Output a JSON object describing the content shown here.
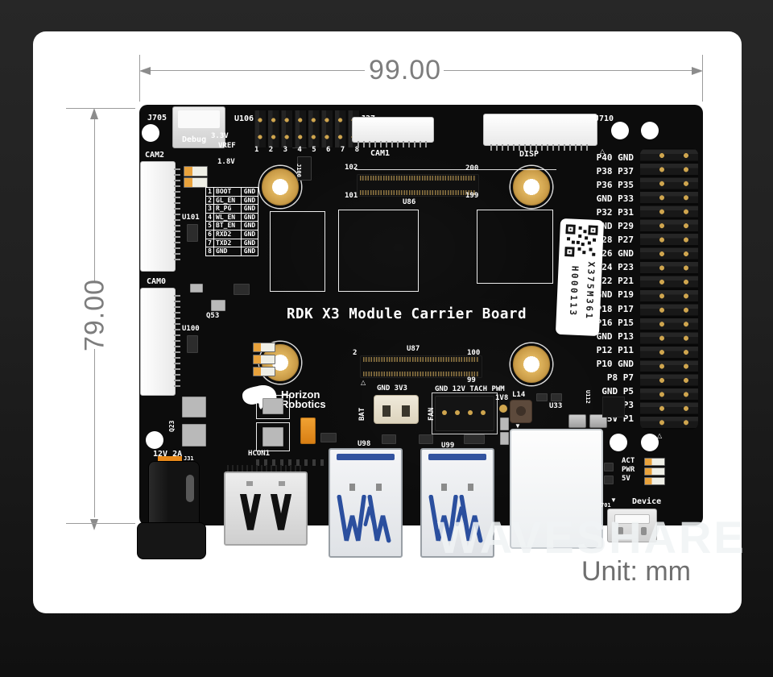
{
  "dimensions": {
    "width_label": "99.00",
    "height_label": "79.00",
    "unit_label": "Unit: mm"
  },
  "watermark": "WAVESHARE",
  "colors": {
    "standoff_gold": "#c89a46",
    "usb_blue": "#2b4f9e",
    "orange_cap": "#e8891a",
    "led_yellow": "#e3c25a"
  },
  "board": {
    "title": "RDK X3 Module Carrier Board",
    "silk": {
      "j705": "J705",
      "debug": "Debug",
      "v33": "3.3V",
      "u106": "U106",
      "vref": "VREF",
      "v18": "1.8V",
      "j100": "J100",
      "j27": "J27",
      "cam1": "CAM1",
      "disp": "DISP",
      "j710": "J710",
      "cam2": "CAM2",
      "u101": "U101",
      "cam0": "CAM0",
      "u100": "U100",
      "q53": "Q53",
      "q23": "Q23",
      "j31": "J31",
      "u86": "U86",
      "u86_tl": "102",
      "u86_tr": "200",
      "u86_bl": "101",
      "u86_br": "199",
      "u87": "U87",
      "u87_tl": "2",
      "u87_tr": "100",
      "u87_br": "99",
      "bat": "BAT",
      "gnd3v3": "GND 3V3",
      "fan": "FAN",
      "fan_pins": "GND 12V TACH PWM",
      "v1v8": "1V8",
      "l14": "L14",
      "u33": "U33",
      "u112": "U112",
      "u98": "U98",
      "u99": "U99",
      "hcon1": "HCON1",
      "power": "12V 2A",
      "act": "ACT",
      "pwr": "PWR",
      "v5": "5V",
      "device": "Device",
      "j701": "701",
      "tri_up": "▲",
      "tri_up_open": "△",
      "tri_dn": "▼"
    },
    "header_numbers": [
      "1",
      "2",
      "3",
      "4",
      "5",
      "6",
      "7",
      "8"
    ],
    "pin_table": [
      {
        "n": "1",
        "name": "BOOT",
        "r": "GND"
      },
      {
        "n": "2",
        "name": "GL_EN",
        "r": "GND"
      },
      {
        "n": "3",
        "name": "R_PG",
        "r": "GND"
      },
      {
        "n": "4",
        "name": "WL_EN",
        "r": "GND"
      },
      {
        "n": "5",
        "name": "BT_EN",
        "r": "GND"
      },
      {
        "n": "6",
        "name": "RXD2",
        "r": "GND"
      },
      {
        "n": "7",
        "name": "TXD2",
        "r": "GND"
      },
      {
        "n": "8",
        "name": "GND",
        "r": "GND"
      }
    ],
    "gpio_labels": [
      "P40 GND",
      "P38 P37",
      "P36 P35",
      "GND P33",
      "P32 P31",
      "GND P29",
      "P28 P27",
      "P26 GND",
      "P24 P23",
      "P22 P21",
      "GND P19",
      "P18 P17",
      "P16 P15",
      "GND P13",
      "P12 P11",
      "P10 GND",
      "P8 P7",
      "GND P5",
      "5V P3",
      "5V P1"
    ],
    "logo": {
      "line1": "Horizon",
      "line2": "Robotics"
    },
    "sticker": {
      "serial": "X375M361",
      "code": "H000113"
    }
  }
}
